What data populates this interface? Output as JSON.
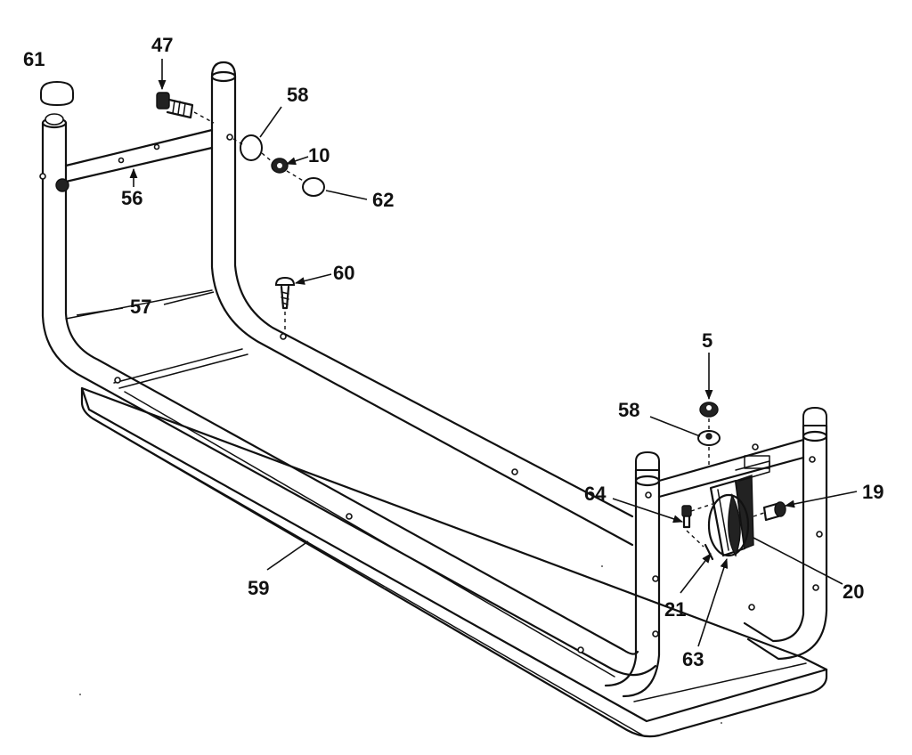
{
  "diagram": {
    "labels": {
      "l61": "61",
      "l47": "47",
      "l58a": "58",
      "l10": "10",
      "l62": "62",
      "l56": "56",
      "l60": "60",
      "l57": "57",
      "l5": "5",
      "l58b": "58",
      "l19": "19",
      "l64": "64",
      "l20": "20",
      "l21": "21",
      "l59": "59",
      "l63": "63"
    }
  }
}
